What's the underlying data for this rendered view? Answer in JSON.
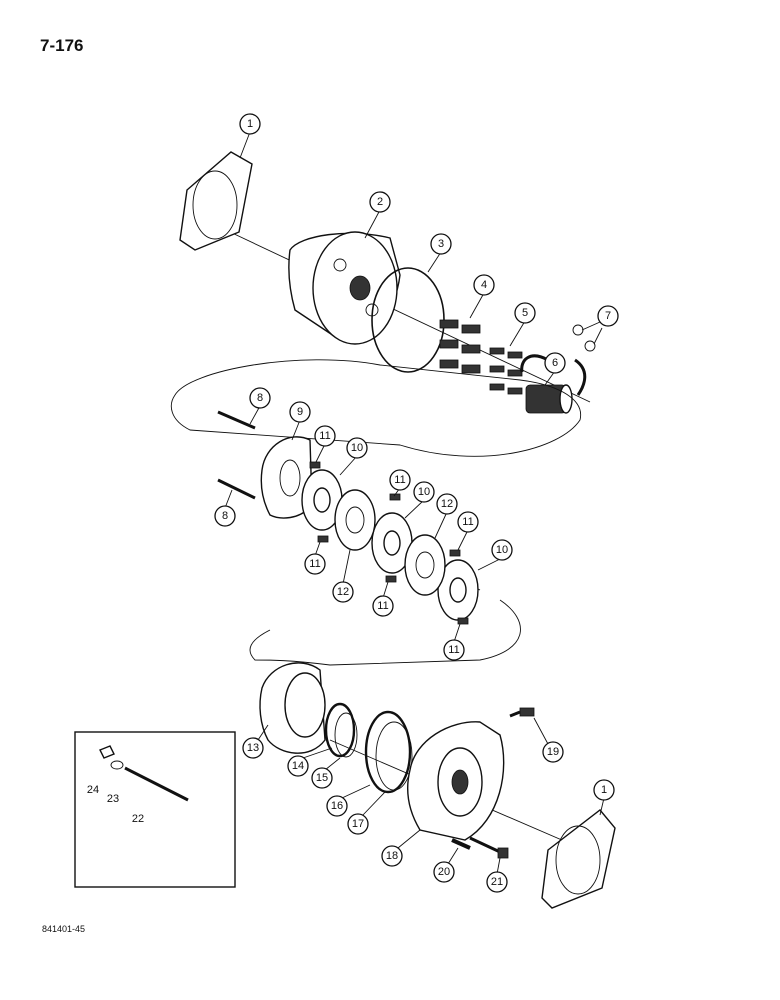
{
  "page_number": "7-176",
  "figure_code": "841401-45",
  "callouts": [
    "1",
    "2",
    "3",
    "4",
    "5",
    "6",
    "7",
    "8",
    "9",
    "10",
    "11",
    "12",
    "13",
    "14",
    "15",
    "16",
    "17",
    "18",
    "19",
    "20",
    "21",
    "22",
    "23",
    "24"
  ]
}
